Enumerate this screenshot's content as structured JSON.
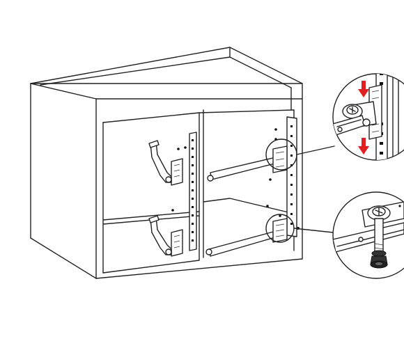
{
  "diagram": {
    "kind": "cabinet-assembly-instruction",
    "colors": {
      "line": "#222222",
      "background": "#ffffff",
      "arrow": "#e02020",
      "part_dark": "#333333"
    },
    "callouts": [
      {
        "id": "upper-hinge-detail",
        "shows": "hinge-plate-with-red-arrows"
      },
      {
        "id": "lower-hinge-detail",
        "shows": "hinge-screw-and-nut"
      }
    ]
  }
}
